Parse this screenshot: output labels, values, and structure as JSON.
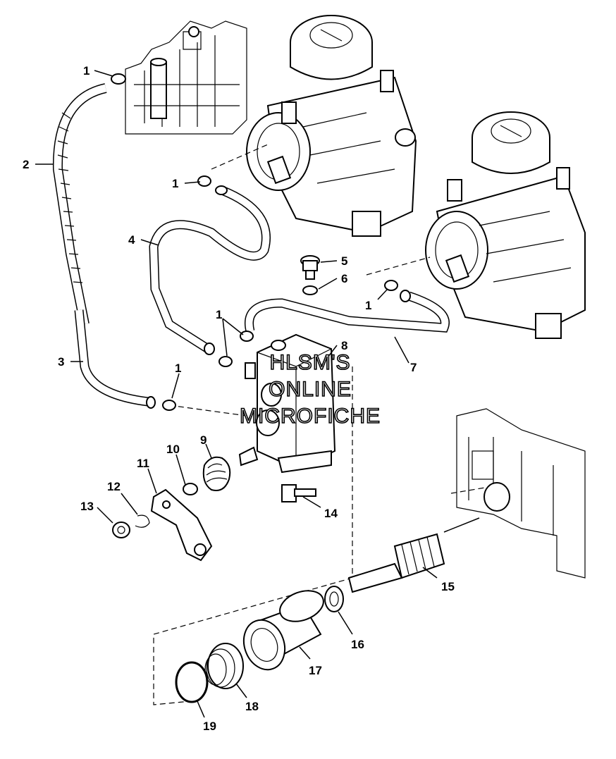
{
  "callouts": [
    {
      "id": "c1a",
      "text": "1"
    },
    {
      "id": "c2",
      "text": "2"
    },
    {
      "id": "c1b",
      "text": "1"
    },
    {
      "id": "c4",
      "text": "4"
    },
    {
      "id": "c5",
      "text": "5"
    },
    {
      "id": "c6",
      "text": "6"
    },
    {
      "id": "c1c",
      "text": "1"
    },
    {
      "id": "c1d",
      "text": "1"
    },
    {
      "id": "c8",
      "text": "8"
    },
    {
      "id": "c3",
      "text": "3"
    },
    {
      "id": "c7",
      "text": "7"
    },
    {
      "id": "c1e",
      "text": "1"
    },
    {
      "id": "c9",
      "text": "9"
    },
    {
      "id": "c10",
      "text": "10"
    },
    {
      "id": "c11",
      "text": "11"
    },
    {
      "id": "c12",
      "text": "12"
    },
    {
      "id": "c13",
      "text": "13"
    },
    {
      "id": "c14",
      "text": "14"
    },
    {
      "id": "c15",
      "text": "15"
    },
    {
      "id": "c16",
      "text": "16"
    },
    {
      "id": "c17",
      "text": "17"
    },
    {
      "id": "c18",
      "text": "18"
    },
    {
      "id": "c19",
      "text": "19"
    }
  ],
  "watermark": {
    "line1": "HLSM'S",
    "line2": "ONLINE",
    "line3": "MICROFICHE"
  }
}
